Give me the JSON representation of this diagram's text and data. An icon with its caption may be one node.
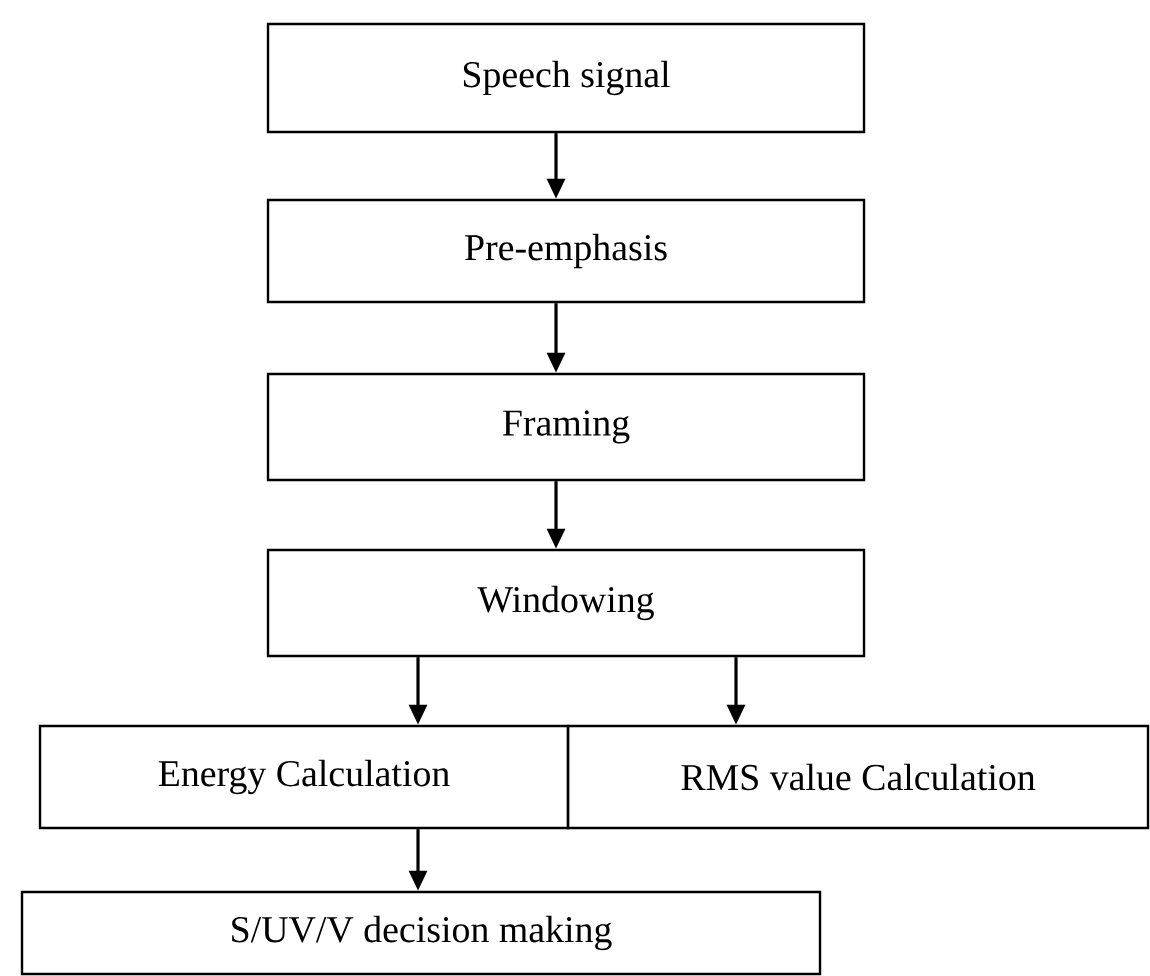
{
  "diagram": {
    "nodes": [
      {
        "text": [
          "Speech signal"
        ]
      },
      {
        "text": [
          "Pre-emphasis"
        ]
      },
      {
        "text": [
          "Framing"
        ]
      },
      {
        "text": [
          "Windowing"
        ]
      },
      {
        "text": [
          "Energy Calculation"
        ]
      },
      {
        "text": [
          "RMS value Calculation"
        ]
      },
      {
        "text": [
          "S/UV/V decision making"
        ]
      }
    ],
    "edges": [
      {
        "from": 0,
        "to": 1,
        "arrow": "to"
      },
      {
        "from": 1,
        "to": 2,
        "arrow": "to"
      },
      {
        "from": 2,
        "to": 3,
        "arrow": "to"
      },
      {
        "from": 3,
        "to": 4,
        "arrow": "to"
      },
      {
        "from": 3,
        "to": 5,
        "arrow": "to"
      },
      {
        "from": 4,
        "to": 6,
        "arrow": "to"
      }
    ]
  }
}
